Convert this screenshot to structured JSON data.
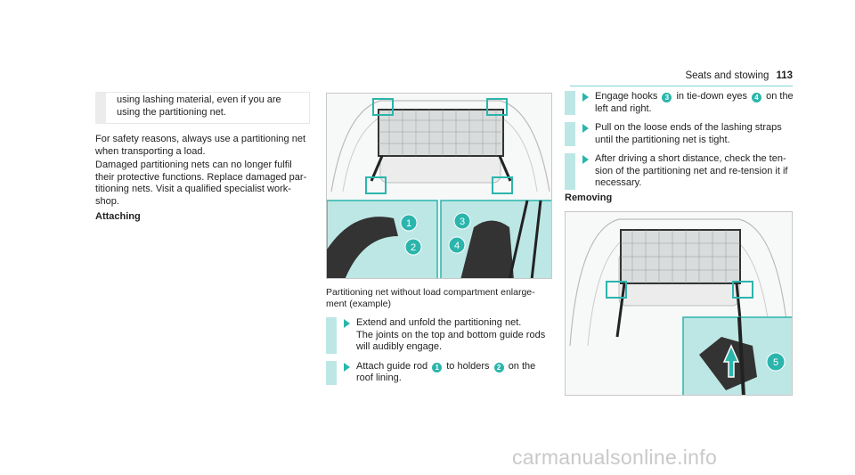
{
  "header": {
    "section": "Seats and stowing",
    "page_number": "113"
  },
  "note": {
    "lines": [
      "using lashing material, even if you are",
      "using the partitioning net."
    ]
  },
  "column1": {
    "p1": [
      "For safety reasons, always use a partitioning net",
      "when transporting a load."
    ],
    "p2": [
      "Damaged partitioning nets can no longer fulfil",
      "their protective functions. Replace damaged par-",
      "titioning nets. Visit a qualified specialist work-",
      "shop."
    ],
    "heading": "Attaching"
  },
  "figure1": {
    "caption": [
      "Partitioning net without load compartment enlarge-",
      "ment (example)"
    ],
    "callouts": [
      "1",
      "2",
      "3",
      "4"
    ]
  },
  "steps1": {
    "s1": [
      "Extend and unfold the partitioning net.",
      "The joints on the top and bottom guide rods",
      "will audibly engage."
    ],
    "s2_pre": "Attach guide rod",
    "s2_b1": "1",
    "s2_mid": "to holders",
    "s2_b2": "2",
    "s2_post": "on the",
    "s2_line2": "roof lining."
  },
  "steps2": {
    "s1_pre": "Engage hooks",
    "s1_b1": "3",
    "s1_mid": "in tie-down eyes",
    "s1_b2": "4",
    "s1_post": "on the",
    "s1_line2": "left and right.",
    "s2": [
      "Pull on the loose ends of the lashing straps",
      "until the partitioning net is tight."
    ],
    "s3": [
      "After driving a short distance, check the ten-",
      "sion of the partitioning net and re-tension it if",
      "necessary."
    ]
  },
  "removing": {
    "heading": "Removing"
  },
  "figure2": {
    "callouts": [
      "5"
    ]
  },
  "watermark": "carmanualsonline.info",
  "colors": {
    "accent": "#2bb5ac",
    "panel": "#bde7e5",
    "rule": "#7fd3cf"
  }
}
